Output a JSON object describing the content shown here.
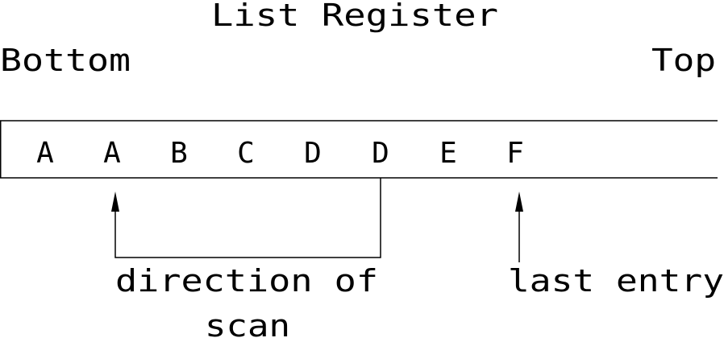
{
  "diagram": {
    "title": "List Register",
    "left_label": "Bottom",
    "right_label": "Top",
    "register_entries": [
      "A",
      "A",
      "B",
      "C",
      "D",
      "D",
      "E",
      "F"
    ],
    "scan_label_line1": "direction of",
    "scan_label_line2": "scan",
    "last_entry_label": "last entry",
    "colors": {
      "line": "#000000",
      "background": "#ffffff"
    }
  }
}
